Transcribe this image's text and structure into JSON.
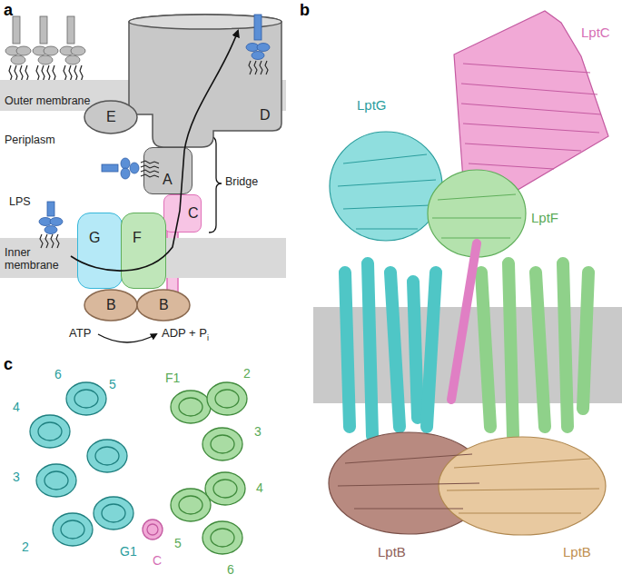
{
  "diagram": {
    "nodes": [
      {
        "text": [
          "Outer membrane"
        ]
      },
      {
        "text": [
          "D"
        ]
      },
      {
        "text": [
          "E"
        ]
      },
      {
        "text": [
          "A"
        ]
      },
      {
        "text": [
          "C"
        ]
      },
      {
        "text": [
          "Inner membrane"
        ]
      },
      {
        "text": [
          "G"
        ]
      },
      {
        "text": [
          "F"
        ]
      },
      {
        "text": [
          "B"
        ]
      },
      {
        "text": [
          "B"
        ]
      }
    ],
    "labels": [
      "a",
      "Periplasm",
      "LPS",
      "Bridge",
      "ATP",
      "ADP + P",
      "i",
      "b",
      "LptC",
      "LptG",
      "LptF",
      "LptB",
      "LptB",
      "c",
      "6",
      "5",
      "4",
      "3",
      "2",
      "G1",
      "F1",
      "2",
      "3",
      "4",
      "5",
      "6",
      "C"
    ]
  }
}
